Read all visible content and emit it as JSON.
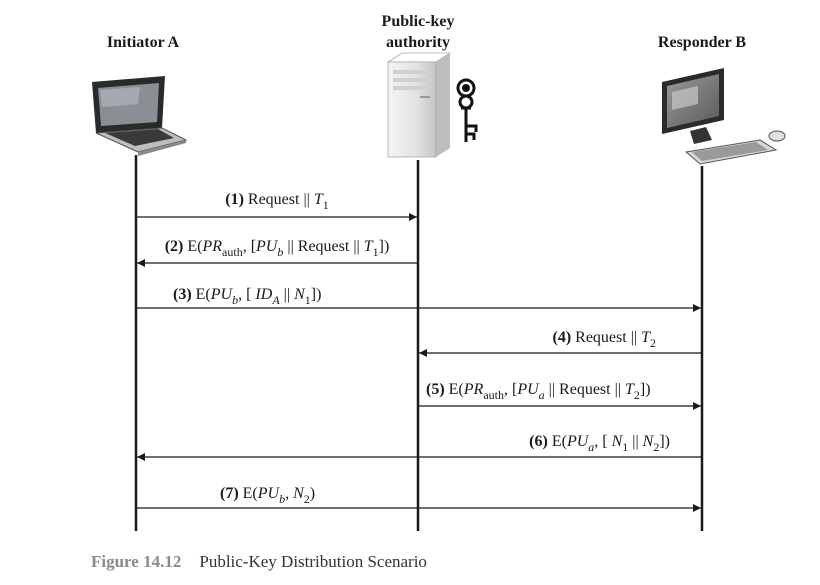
{
  "participants": {
    "a": {
      "name": "Initiator A"
    },
    "auth": {
      "line1": "Public-key",
      "line2": "authority"
    },
    "b": {
      "name": "Responder B"
    }
  },
  "messages": [
    {
      "num": "(1)",
      "from": "A",
      "to": "auth",
      "parts": [
        [
          "Request || ",
          ""
        ],
        [
          "T",
          "i"
        ],
        [
          "1",
          "sub"
        ]
      ]
    },
    {
      "num": "(2)",
      "from": "auth",
      "to": "A",
      "parts": [
        [
          "E(",
          ""
        ],
        [
          "PR",
          "i"
        ],
        [
          "auth",
          "sub"
        ],
        [
          ", [",
          ""
        ],
        [
          "PU",
          "i"
        ],
        [
          "b",
          "subi"
        ],
        [
          " || Request || ",
          ""
        ],
        [
          "T",
          "i"
        ],
        [
          "1",
          "sub"
        ],
        [
          "])",
          ""
        ]
      ]
    },
    {
      "num": "(3)",
      "from": "A",
      "to": "B",
      "parts": [
        [
          "E(",
          ""
        ],
        [
          "PU",
          "i"
        ],
        [
          "b",
          "subi"
        ],
        [
          ", [ ",
          ""
        ],
        [
          "ID",
          "i"
        ],
        [
          "A",
          "subi"
        ],
        [
          " || ",
          ""
        ],
        [
          "N",
          "i"
        ],
        [
          "1",
          "sub"
        ],
        [
          "])",
          ""
        ]
      ]
    },
    {
      "num": "(4)",
      "from": "B",
      "to": "auth",
      "parts": [
        [
          "Request || ",
          ""
        ],
        [
          "T",
          "i"
        ],
        [
          "2",
          "sub"
        ]
      ]
    },
    {
      "num": "(5)",
      "from": "auth",
      "to": "B",
      "parts": [
        [
          "E(",
          ""
        ],
        [
          "PR",
          "i"
        ],
        [
          "auth",
          "sub"
        ],
        [
          ", [",
          ""
        ],
        [
          "PU",
          "i"
        ],
        [
          "a",
          "subi"
        ],
        [
          " || Request || ",
          ""
        ],
        [
          "T",
          "i"
        ],
        [
          "2",
          "sub"
        ],
        [
          "])",
          ""
        ]
      ]
    },
    {
      "num": "(6)",
      "from": "B",
      "to": "A",
      "parts": [
        [
          "E(",
          ""
        ],
        [
          "PU",
          "i"
        ],
        [
          "a",
          "subi"
        ],
        [
          ", [ ",
          ""
        ],
        [
          "N",
          "i"
        ],
        [
          "1",
          "sub"
        ],
        [
          " || ",
          ""
        ],
        [
          "N",
          "i"
        ],
        [
          "2",
          "sub"
        ],
        [
          "])",
          ""
        ]
      ]
    },
    {
      "num": "(7)",
      "from": "A",
      "to": "B",
      "parts": [
        [
          "E(",
          ""
        ],
        [
          "PU",
          "i"
        ],
        [
          "b",
          "subi"
        ],
        [
          ", ",
          ""
        ],
        [
          "N",
          "i"
        ],
        [
          "2",
          "sub"
        ],
        [
          ")",
          ""
        ]
      ]
    }
  ],
  "caption": {
    "figure": "Figure 14.12",
    "title": "Public-Key Distribution Scenario"
  },
  "icons": {
    "a": "laptop-icon",
    "auth": "server-icon",
    "key": "key-icon",
    "b": "desktop-computer-icon"
  },
  "colors": {
    "ink": "#1a1a1a",
    "caption_figure": "#8a8a8a"
  }
}
